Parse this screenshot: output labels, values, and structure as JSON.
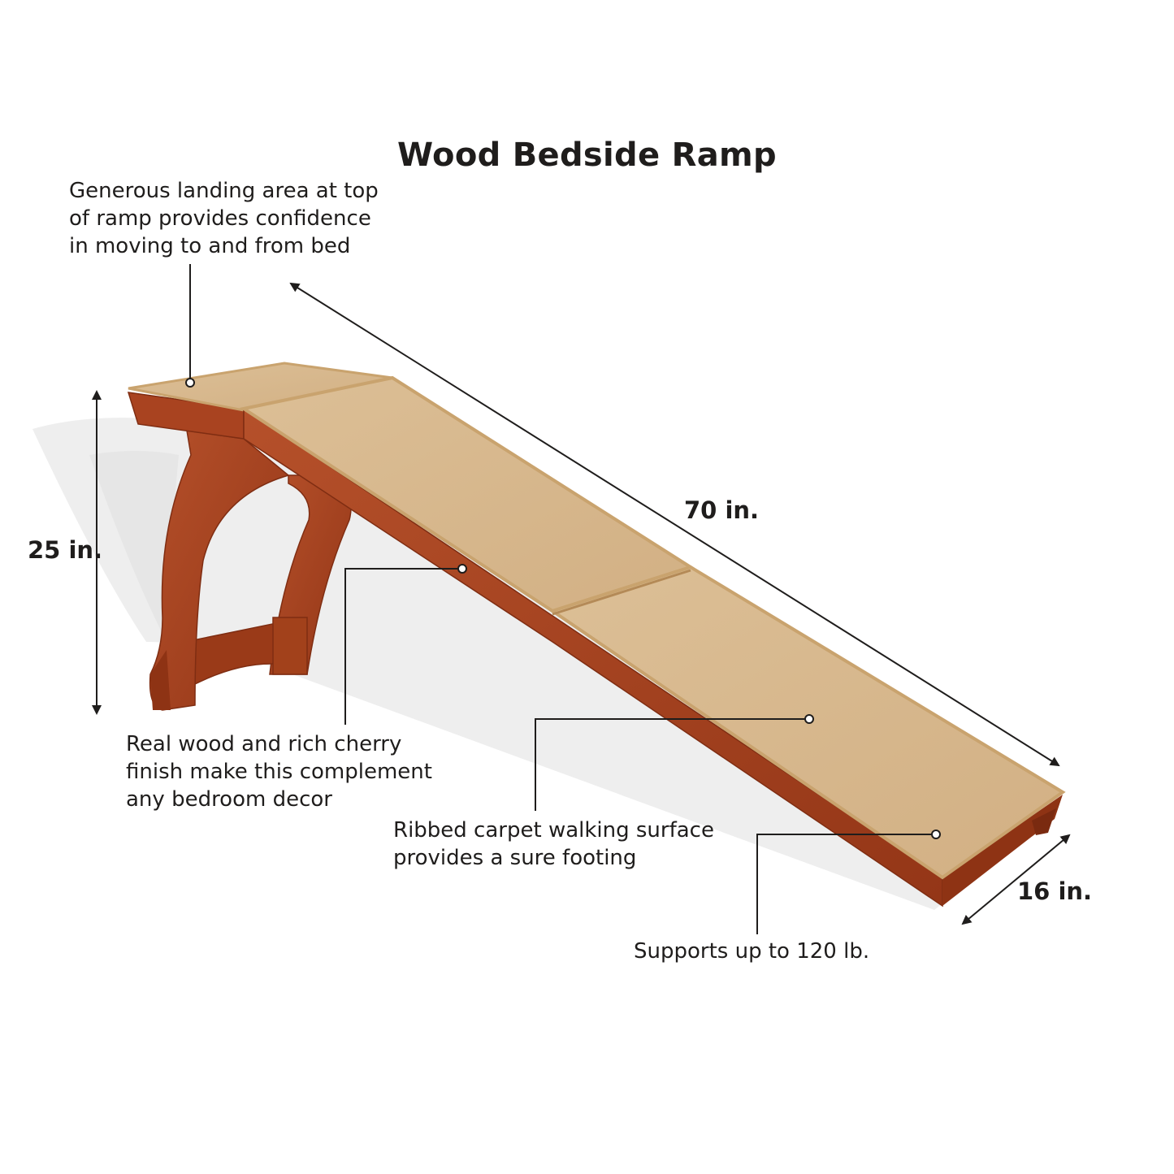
{
  "title": "Wood Bedside Ramp",
  "callouts": {
    "landing": "Generous landing area at top\nof ramp provides confidence\nin moving to and from bed",
    "wood": "Real wood and rich cherry\nfinish make this complement\nany bedroom decor",
    "carpet": "Ribbed carpet walking surface\nprovides a sure footing",
    "weight": "Supports up to 120 lb."
  },
  "dimensions": {
    "height": "25 in.",
    "length": "70 in.",
    "width": "16 in."
  },
  "colors": {
    "carpet": "#d8b98c",
    "carpet_edge": "#c9a36e",
    "wood": "#a9431f",
    "wood_dark": "#7f2d12",
    "shadow": "#e7e7e7",
    "line": "#1f1d1c"
  }
}
